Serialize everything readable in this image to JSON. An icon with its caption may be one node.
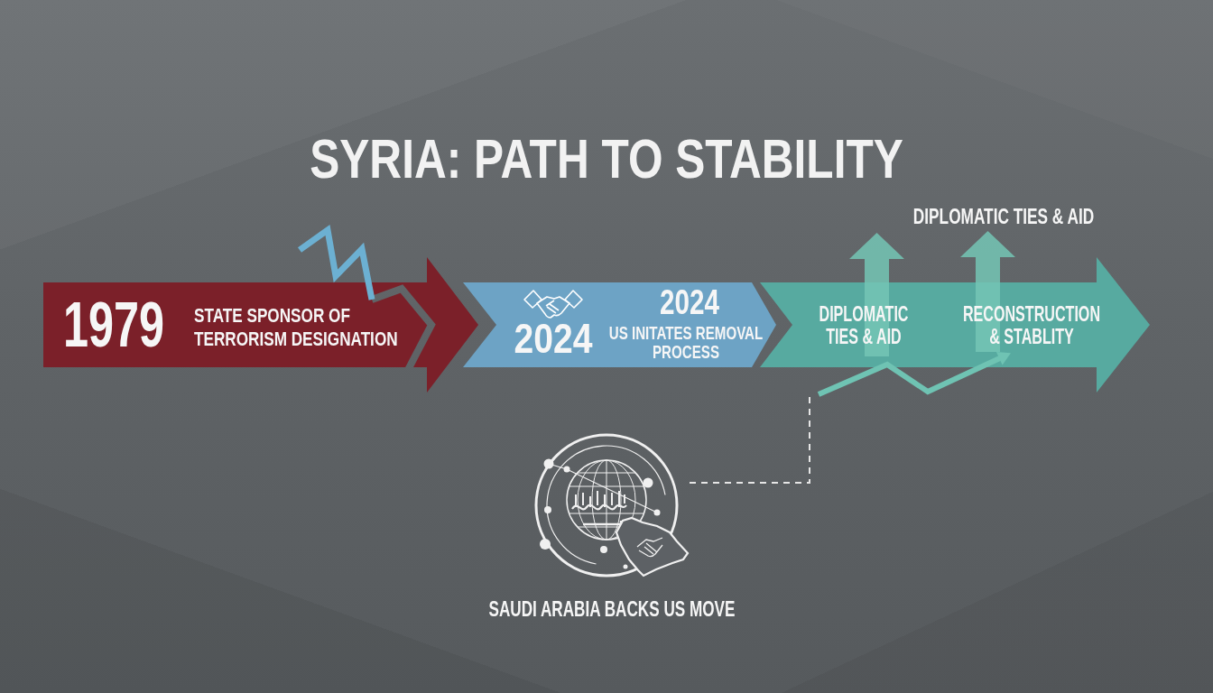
{
  "diagram": {
    "title": "SYRIA: PATH TO STABILITY",
    "nodes": [
      {
        "text": [
          "1979",
          "STATE SPONSOR OF TERRORISM DESIGNATION"
        ]
      },
      {
        "text": [
          "2024",
          "2024",
          "US INITATES REMOVAL PROCESS"
        ]
      },
      {
        "text": [
          "DIPLOMATIC TIES & AID",
          "RECONSTRUCTION & STABLITY"
        ]
      },
      {
        "text": [],
        "shape": "picture",
        "beside": [
          "SAUDI ARABIA BACKS US MOVE"
        ]
      }
    ],
    "edges": [
      {
        "from": 3,
        "to": 2,
        "arrow": "none",
        "style": "dashed"
      }
    ],
    "labels": [
      "DIPLOMATIC TIES & AID"
    ]
  }
}
